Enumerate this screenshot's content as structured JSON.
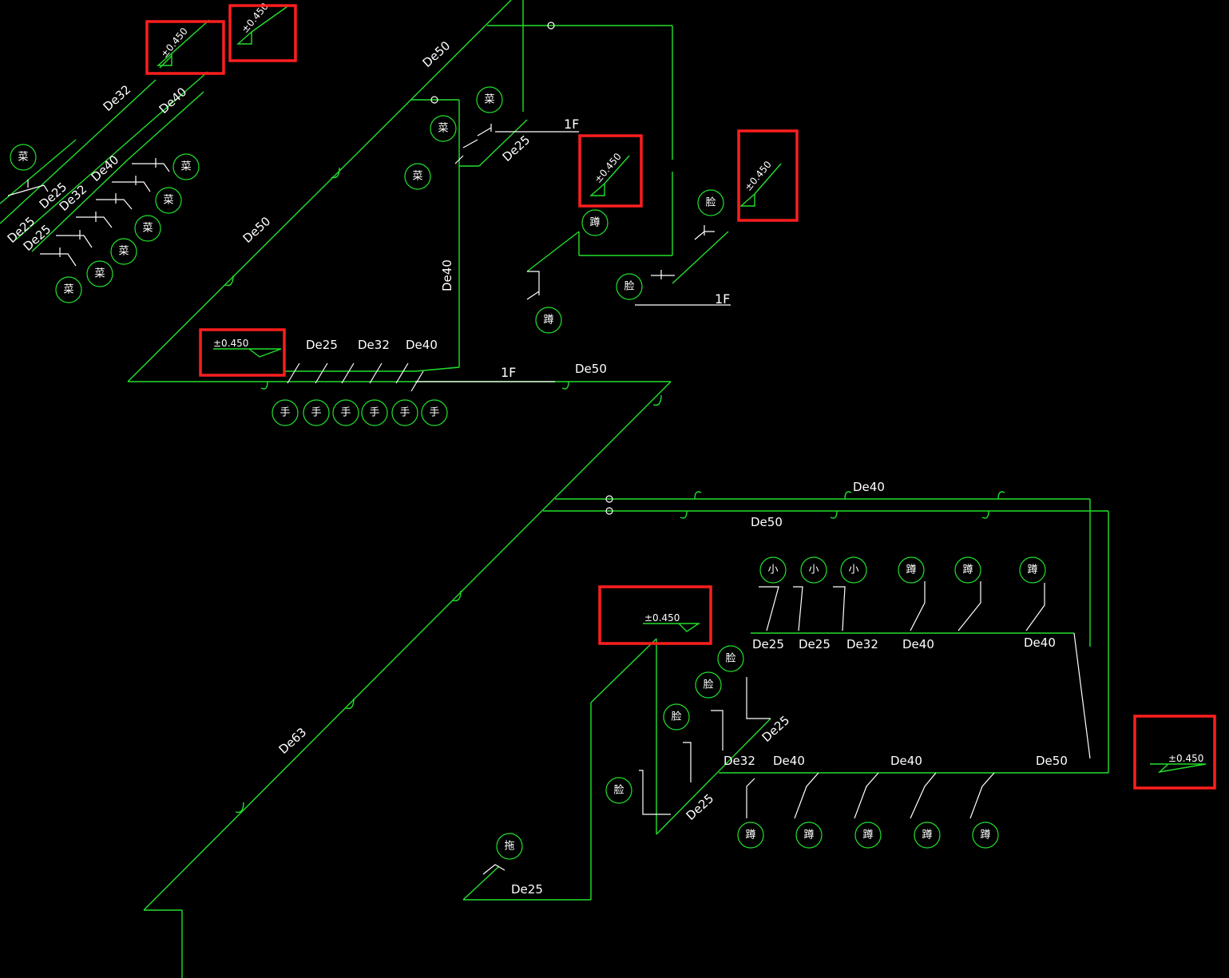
{
  "drawing": {
    "pipe_color": "#22e02c",
    "text_color": "#ffffff",
    "highlight_color": "#ff1e1e",
    "background": "#000000"
  },
  "floor_label": "1F",
  "elevation_text": "±0.450",
  "pipe_labels": {
    "a1": "De32",
    "a2": "De40",
    "a3": "De50",
    "a4": "De25",
    "a5": "De32",
    "a6": "De40",
    "a7": "De25",
    "a8": "De25",
    "a9": "De50",
    "a10": "De25",
    "a11": "De40",
    "b1": "De25",
    "b2": "De32",
    "b3": "De40",
    "b4": "De50",
    "c1": "De40",
    "c2": "De50",
    "c3": "De25",
    "c4": "De25",
    "c5": "De32",
    "c6": "De40",
    "c7": "De40",
    "c8": "De25",
    "c9": "De32",
    "c10": "De40",
    "c11": "De40",
    "c12": "De50",
    "c13": "De25",
    "c14": "De63",
    "c15": "De25"
  },
  "fixtures": {
    "cai": "菜",
    "shou": "手",
    "lian": "脸",
    "dun": "蹲",
    "xiao": "小",
    "tuo": "拖"
  }
}
